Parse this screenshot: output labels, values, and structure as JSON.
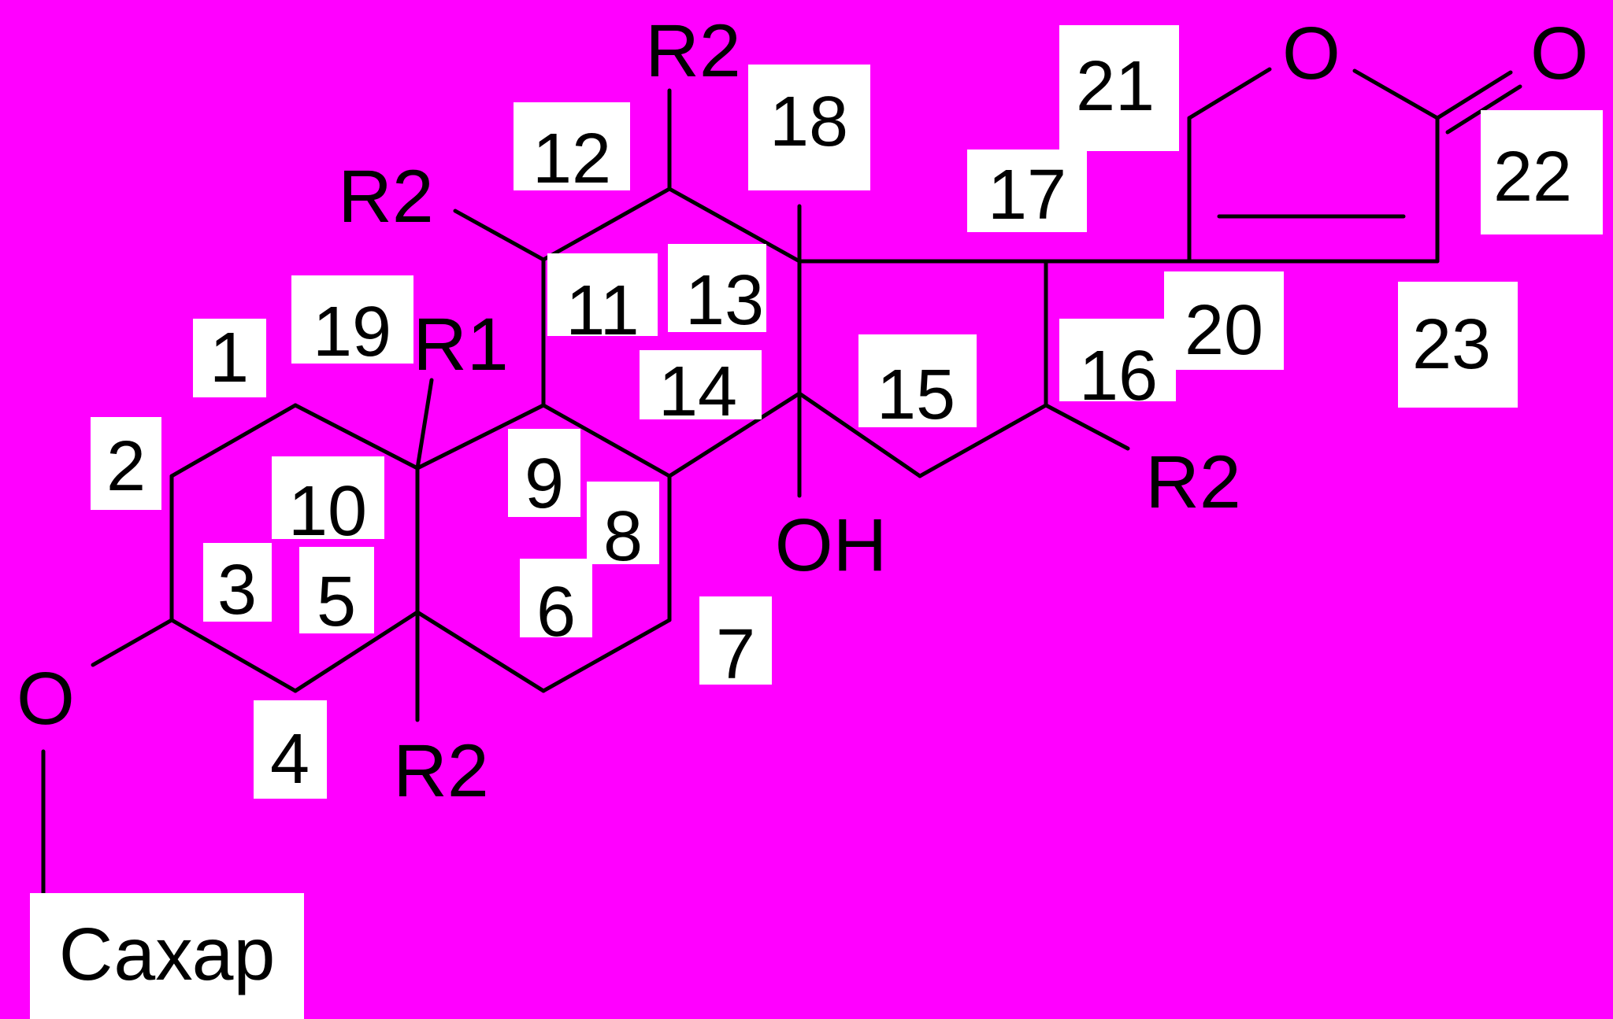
{
  "colors": {
    "background": "#ff00ff",
    "bond": "#000000",
    "label_box": "#ffffff",
    "text": "#000000"
  },
  "numbers": {
    "n1": "1",
    "n2": "2",
    "n3": "3",
    "n4": "4",
    "n5": "5",
    "n6": "6",
    "n7": "7",
    "n8": "8",
    "n9": "9",
    "n10": "10",
    "n11": "11",
    "n12": "12",
    "n13": "13",
    "n14": "14",
    "n15": "15",
    "n16": "16",
    "n17": "17",
    "n18": "18",
    "n19": "19",
    "n20": "20",
    "n21": "21",
    "n22": "22",
    "n23": "23"
  },
  "substituents": {
    "r1": "R1",
    "r2_c12": "R2",
    "r2_c11": "R2",
    "r2_c5": "R2",
    "r2_c16": "R2",
    "oh": "OH",
    "o_glycoside": "O",
    "o_ring": "O",
    "o_carbonyl": "O",
    "sugar": "Сахар"
  }
}
